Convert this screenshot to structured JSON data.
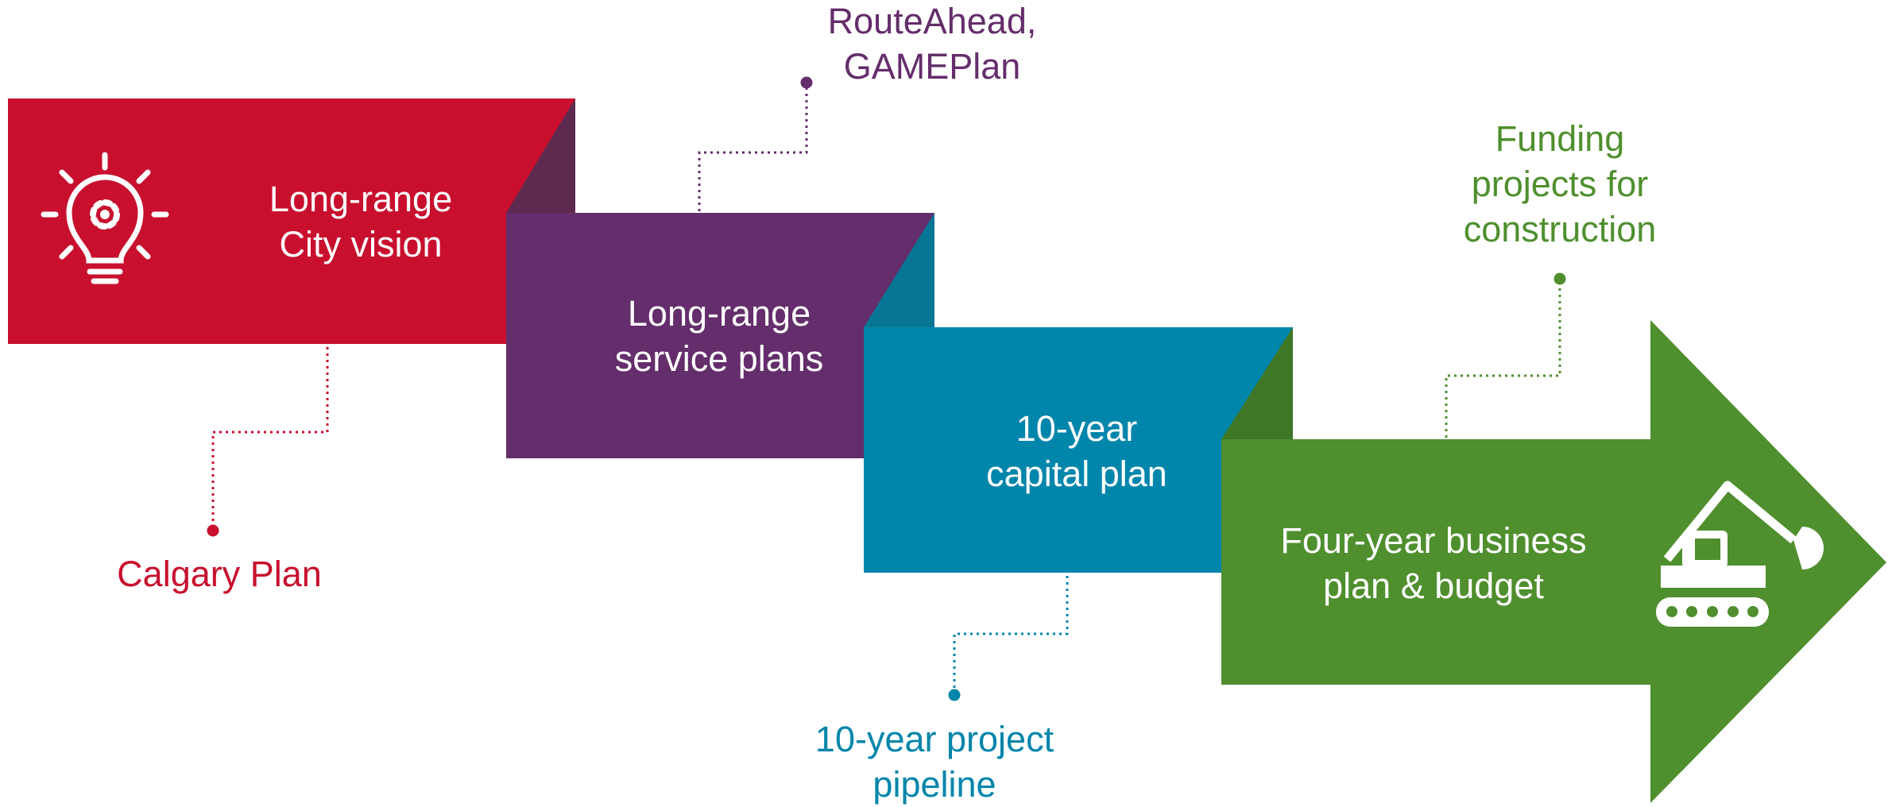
{
  "colors": {
    "red": "#c8102e",
    "red_fold": "#5e2a50",
    "purple": "#642d6b",
    "purple_fold": "#077594",
    "teal": "#0085ab",
    "teal_fold": "#3e7726",
    "green": "#4f8f2e",
    "text_on_dark": "#ffffff"
  },
  "icons": {
    "stage1": "lightbulb-gear-icon",
    "stage4": "excavator-icon"
  },
  "stages": [
    {
      "id": "vision",
      "label_lines": [
        "Long-range",
        "City vision"
      ],
      "callout_lines": [
        "Calgary Plan"
      ]
    },
    {
      "id": "service",
      "label_lines": [
        "Long-range",
        "service plans"
      ],
      "callout_lines": [
        "RouteAhead,",
        "GAMEPlan"
      ]
    },
    {
      "id": "capital",
      "label_lines": [
        "10-year",
        "capital plan"
      ],
      "callout_lines": [
        "10-year project",
        "pipeline"
      ]
    },
    {
      "id": "business",
      "label_lines": [
        "Four-year business",
        "plan & budget"
      ],
      "callout_lines": [
        "Funding",
        "projects for",
        "construction"
      ]
    }
  ]
}
